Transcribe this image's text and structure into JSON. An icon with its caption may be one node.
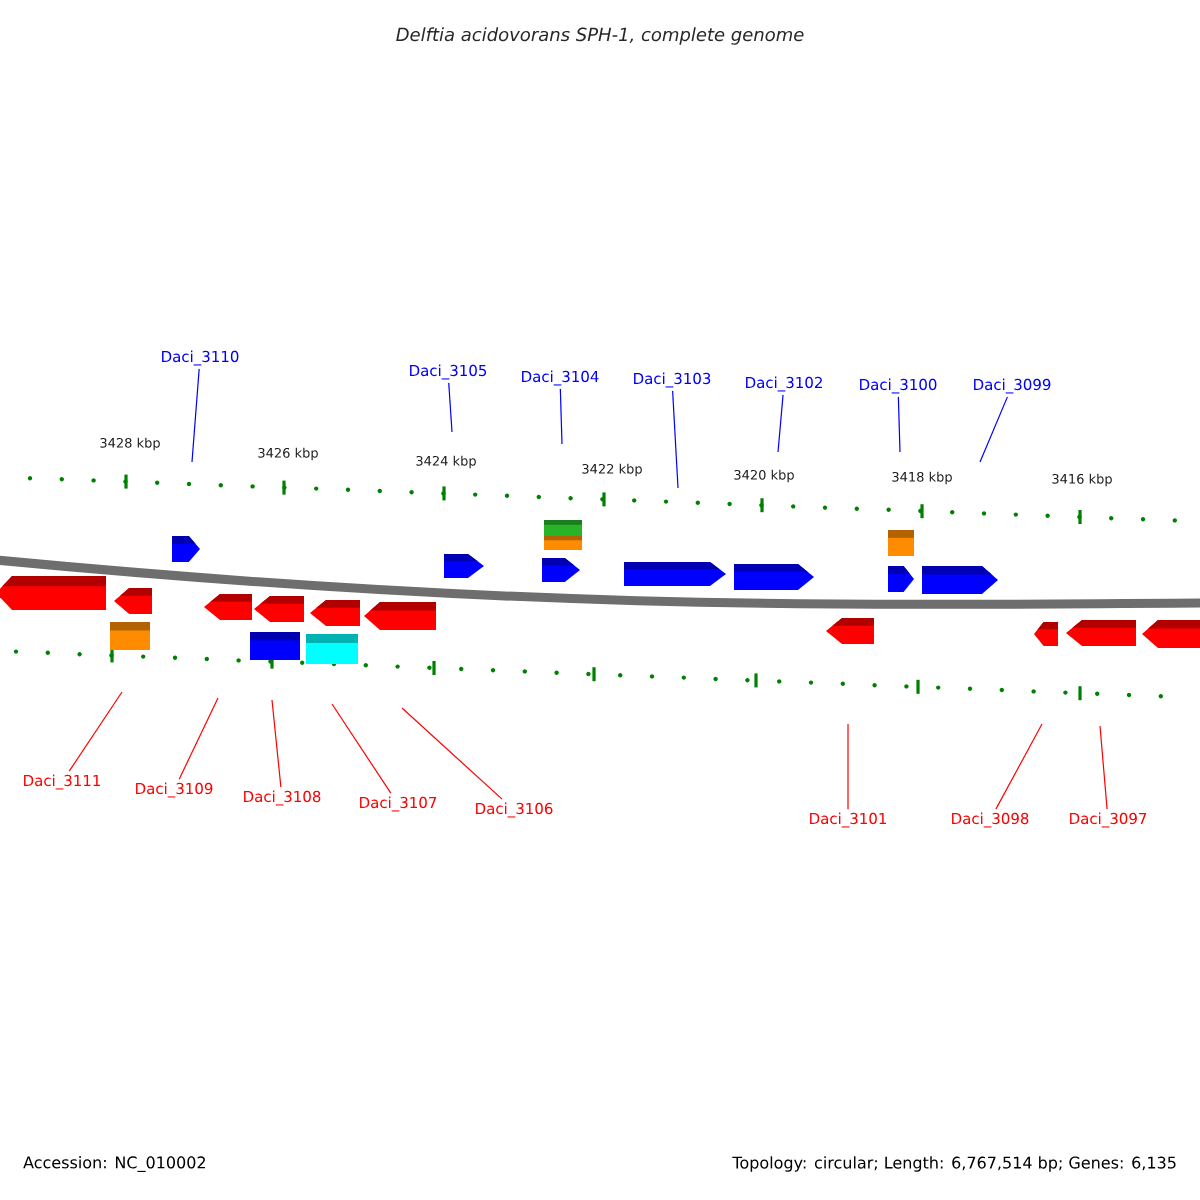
{
  "diagram": {
    "title": "Delftia acidovorans SPH-1, complete genome",
    "nodes": [
      {
        "text": [
          "Daci_3110"
        ]
      },
      {
        "text": [
          "Daci_3105"
        ]
      },
      {
        "text": [
          "Daci_3104"
        ]
      },
      {
        "text": [
          "Daci_3103"
        ]
      },
      {
        "text": [
          "Daci_3102"
        ]
      },
      {
        "text": [
          "Daci_3100"
        ]
      },
      {
        "text": [
          "Daci_3099"
        ]
      },
      {
        "text": [
          "Daci_3111"
        ]
      },
      {
        "text": [
          "Daci_3109"
        ]
      },
      {
        "text": [
          "Daci_3108"
        ]
      },
      {
        "text": [
          "Daci_3107"
        ]
      },
      {
        "text": [
          "Daci_3106"
        ]
      },
      {
        "text": [
          "Daci_3101"
        ]
      },
      {
        "text": [
          "Daci_3098"
        ]
      },
      {
        "text": [
          "Daci_3097"
        ]
      }
    ],
    "edges": [
      {
        "from": 0,
        "to": null,
        "arrow": "none",
        "color": "#0000ff"
      },
      {
        "from": 1,
        "to": null,
        "arrow": "none",
        "color": "#0000ff"
      },
      {
        "from": 2,
        "to": null,
        "arrow": "none",
        "color": "#0000ff"
      },
      {
        "from": 3,
        "to": null,
        "arrow": "none",
        "color": "#0000ff"
      },
      {
        "from": 4,
        "to": null,
        "arrow": "none",
        "color": "#0000ff"
      },
      {
        "from": 5,
        "to": null,
        "arrow": "none",
        "color": "#0000ff"
      },
      {
        "from": 6,
        "to": null,
        "arrow": "none",
        "color": "#0000ff"
      },
      {
        "from": 7,
        "to": null,
        "arrow": "none"
      },
      {
        "from": 8,
        "to": null,
        "arrow": "none"
      },
      {
        "from": 9,
        "to": null,
        "arrow": "none"
      },
      {
        "from": 10,
        "to": null,
        "arrow": "none"
      },
      {
        "from": 11,
        "to": null,
        "arrow": "none"
      },
      {
        "from": 12,
        "to": null,
        "arrow": "none"
      },
      {
        "from": 13,
        "to": null,
        "arrow": "none"
      },
      {
        "from": 14,
        "to": null,
        "arrow": "none"
      }
    ],
    "labels": [
      "3428 kbp",
      "3426 kbp",
      "3424 kbp",
      "3422 kbp",
      "3420 kbp",
      "3418 kbp",
      "3416 kbp",
      "Accession: NC_010002",
      "Topology: circular; Length: 6,767,514 bp; Genes: 6,135"
    ]
  }
}
